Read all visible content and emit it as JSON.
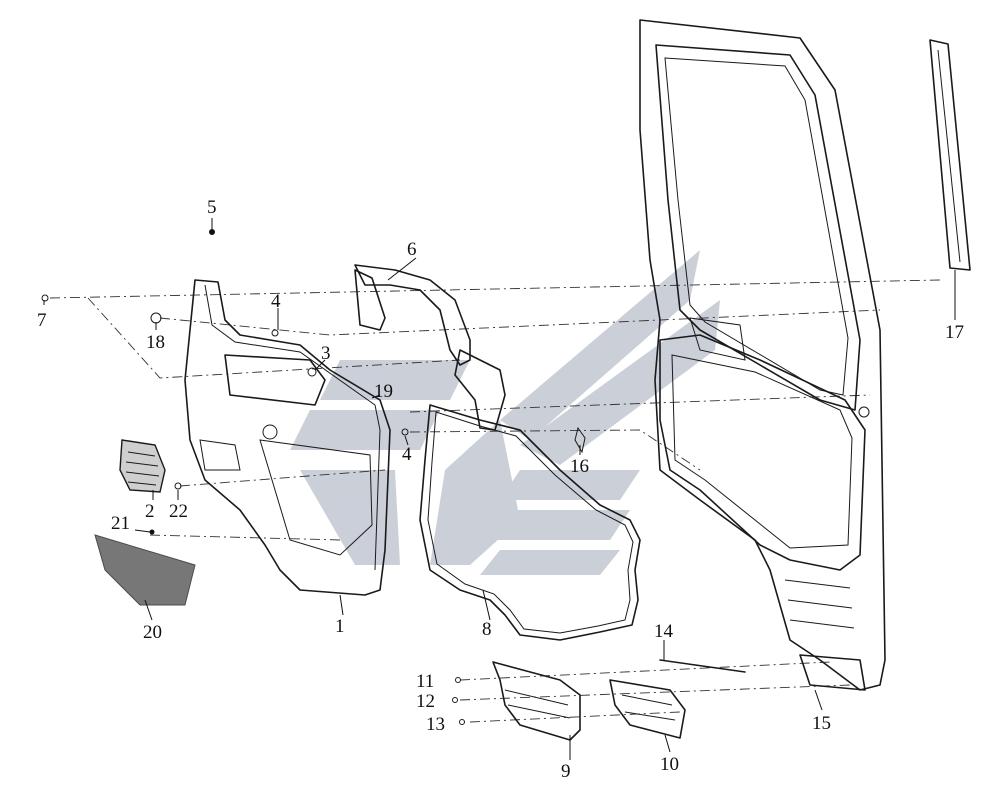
{
  "callouts": [
    {
      "id": "1",
      "text": "1"
    },
    {
      "id": "2",
      "text": "2"
    },
    {
      "id": "3",
      "text": "3"
    },
    {
      "id": "4a",
      "text": "4"
    },
    {
      "id": "4b",
      "text": "4"
    },
    {
      "id": "5",
      "text": "5"
    },
    {
      "id": "6",
      "text": "6"
    },
    {
      "id": "7",
      "text": "7"
    },
    {
      "id": "8",
      "text": "8"
    },
    {
      "id": "9",
      "text": "9"
    },
    {
      "id": "10",
      "text": "10"
    },
    {
      "id": "11",
      "text": "11"
    },
    {
      "id": "12",
      "text": "12"
    },
    {
      "id": "13",
      "text": "13"
    },
    {
      "id": "14",
      "text": "14"
    },
    {
      "id": "15",
      "text": "15"
    },
    {
      "id": "16",
      "text": "16"
    },
    {
      "id": "17",
      "text": "17"
    },
    {
      "id": "18",
      "text": "18"
    },
    {
      "id": "19",
      "text": "19"
    },
    {
      "id": "20",
      "text": "20"
    },
    {
      "id": "21",
      "text": "21"
    },
    {
      "id": "22",
      "text": "22"
    }
  ],
  "colors": {
    "line": "#1a1a1a",
    "watermark": "#b9bfcc",
    "background": "#ffffff"
  }
}
